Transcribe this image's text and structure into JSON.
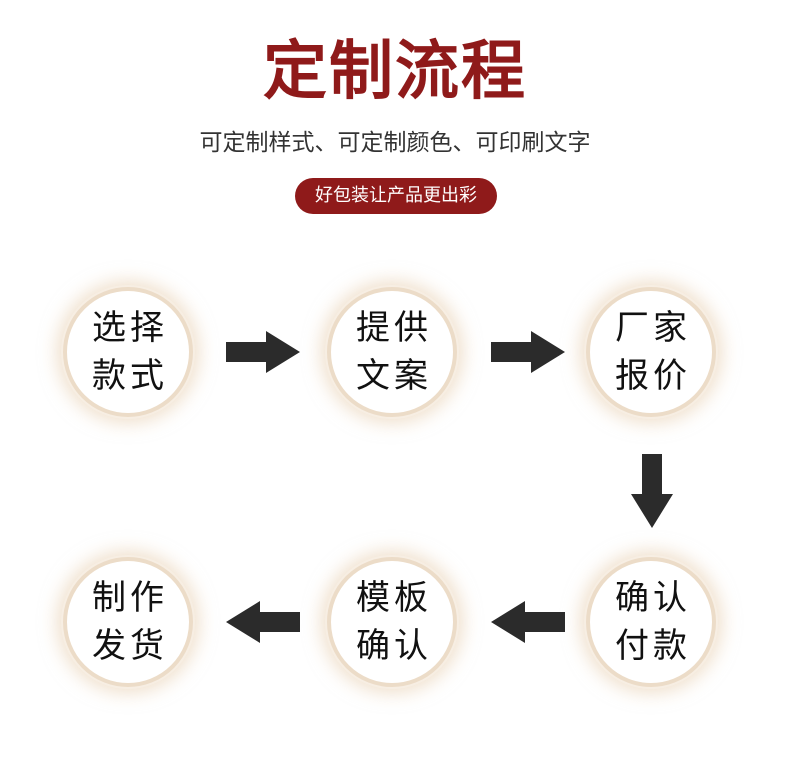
{
  "header": {
    "title": "定制流程",
    "subtitle": "可定制样式、可定制颜色、可印刷文字",
    "badge": "好包装让产品更出彩"
  },
  "steps": [
    {
      "line1": "选择",
      "line2": "款式"
    },
    {
      "line1": "提供",
      "line2": "文案"
    },
    {
      "line1": "厂家",
      "line2": "报价"
    },
    {
      "line1": "确认",
      "line2": "付款"
    },
    {
      "line1": "模板",
      "line2": "确认"
    },
    {
      "line1": "制作",
      "line2": "发货"
    }
  ],
  "colors": {
    "title": "#8f1a1a",
    "badge": "#8f1a1a",
    "arrow": "#2b2b2b",
    "circle_border": "#ecdcc8"
  }
}
